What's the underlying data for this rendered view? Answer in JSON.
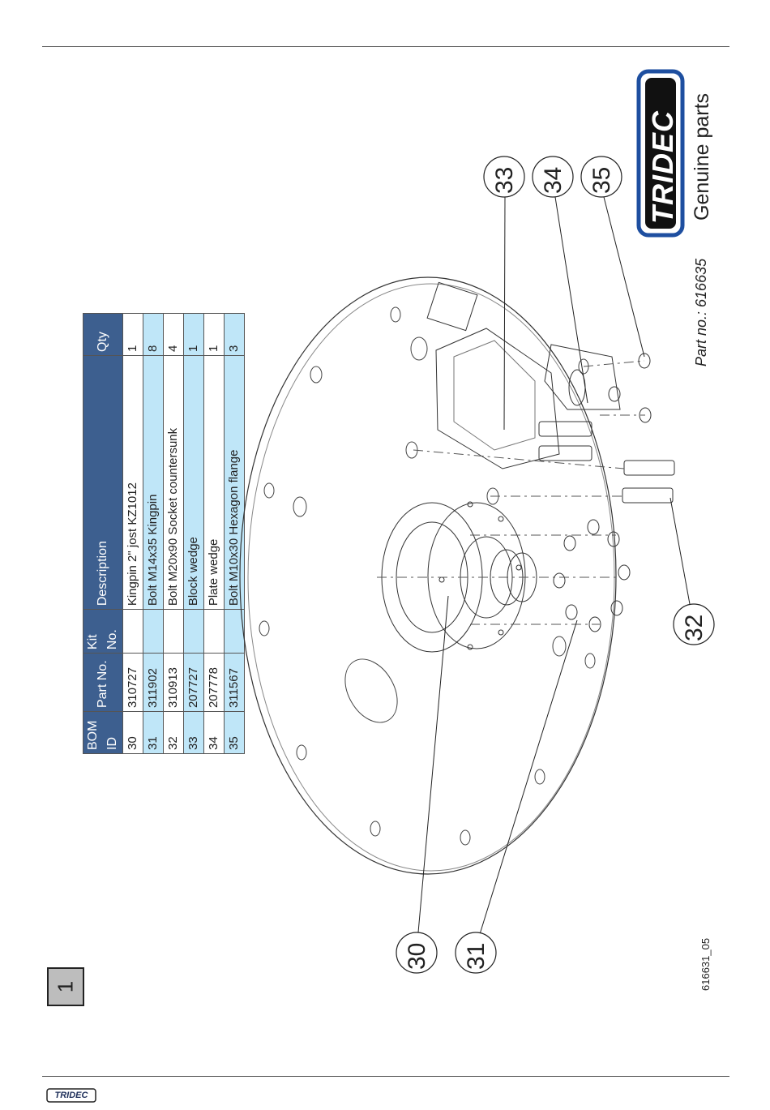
{
  "page": {
    "page_number": "1",
    "drawing_ref": "616631_05",
    "part_no": "Part no.: 616635"
  },
  "brand": {
    "logo_text": "TRIDEC",
    "tagline": "Genuine parts",
    "footer_logo_text": "TRIDEC"
  },
  "colors": {
    "header": "#3d5f8f",
    "row_highlight": "#bfe6f8",
    "logo_blue": "#1e4fa0"
  },
  "bom": {
    "headers": [
      "BOM ID",
      "Part No.",
      "Kit No.",
      "Description",
      "Qty"
    ],
    "rows": [
      [
        "30",
        "310727",
        "",
        "Kingpin 2\" jost KZ1012",
        "1"
      ],
      [
        "31",
        "311902",
        "",
        "Bolt M14x35 Kingpin",
        "8"
      ],
      [
        "32",
        "310913",
        "",
        "Bolt M20x90 Socket countersunk",
        "4"
      ],
      [
        "33",
        "207727",
        "",
        "Block wedge",
        "1"
      ],
      [
        "34",
        "207778",
        "",
        "Plate wedge",
        "1"
      ],
      [
        "35",
        "311567",
        "",
        "Bolt M10x30 Hexagon flange",
        "3"
      ]
    ]
  },
  "callouts": [
    "30",
    "31",
    "32",
    "33",
    "34",
    "35"
  ]
}
